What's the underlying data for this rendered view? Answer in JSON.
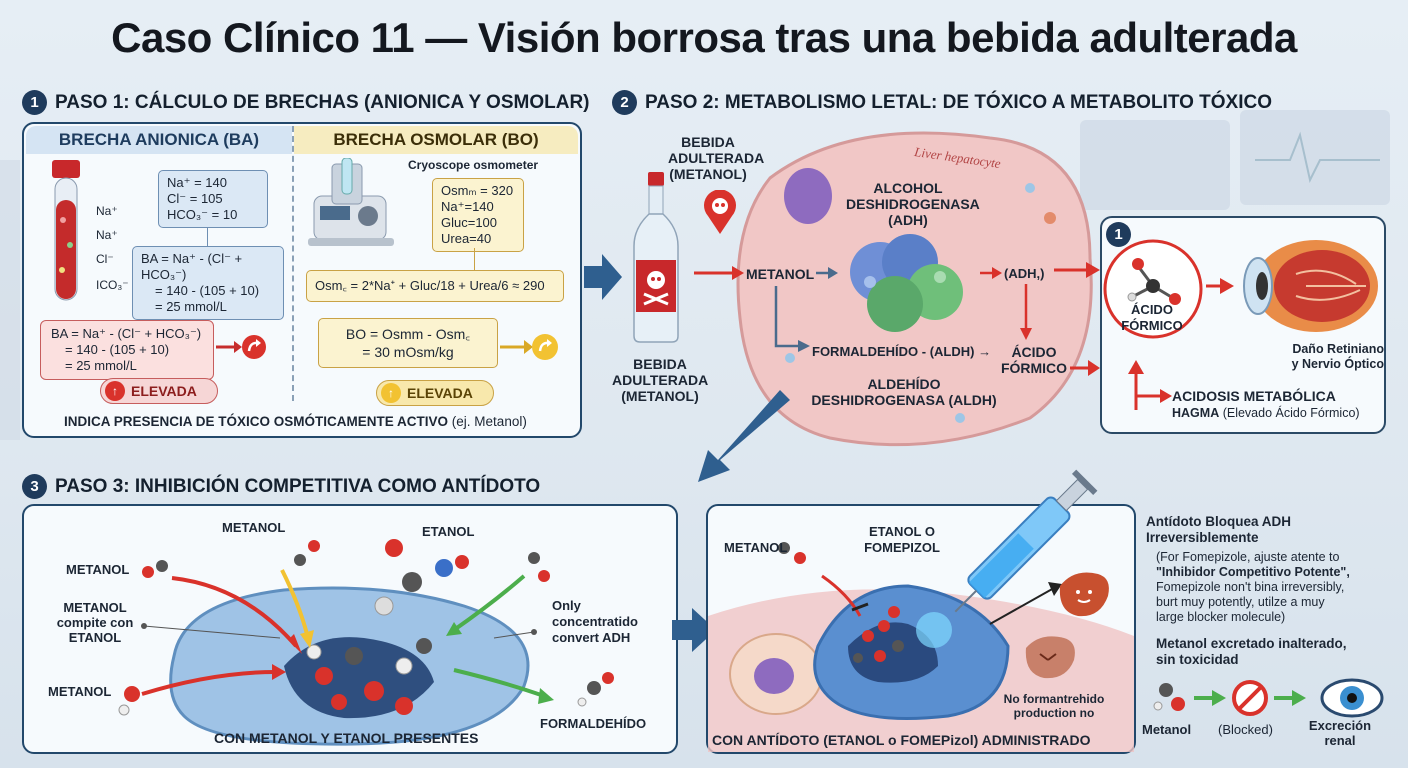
{
  "title": "Caso Clínico 11 — Visión borrosa tras una bebida adulterada",
  "step1": {
    "num": "1",
    "heading": "PASO 1: CÁLCULO DE BRECHAS (ANIONICA Y OSMOLAR)",
    "ba": {
      "title": "BRECHA ANIONICA (BA)",
      "tube_ions": [
        "Na⁺",
        "Na⁺",
        "Cl⁻",
        "ICO₃⁻"
      ],
      "values": [
        "Na⁺ = 140",
        "Cl⁻ = 105",
        "HCO₃⁻ = 10"
      ],
      "calc": [
        "BA = Na⁺ - (Cl⁻ + HCO₃⁻)",
        "= 140 - (105 + 10)",
        "= 25 mmol/L"
      ],
      "result": [
        "BA = Na⁺ - (Cl⁻ + HCO₃⁻)",
        "= 140 - (105 + 10)",
        "= 25 mmol/L"
      ],
      "badge": "ELEVADA"
    },
    "bo": {
      "title": "BRECHA OSMOLAR (BO)",
      "device": "Cryoscope osmometer",
      "values": [
        "Osmₘ = 320",
        "Na⁺=140",
        "Gluc=100",
        "Urea=40"
      ],
      "calc": "Osm꜀ = 2*Na⁺ + Gluc/18 + Urea/6 ≈ 290",
      "result": [
        "BO = Osmm - Osm꜀",
        "= 30 mOsm/kg"
      ],
      "badge": "ELEVADA"
    },
    "footer_bold": "INDICA PRESENCIA DE TÓXICO OSMÓTICAMENTE ACTIVO",
    "footer_normal": "(ej. Metanol)"
  },
  "step2": {
    "num": "2",
    "heading": "PASO 2: METABOLISMO LETAL: DE TÓXICO A METABOLITO TÓXICO",
    "bottle_top": [
      "BEBIDA",
      "ADULTERADA",
      "(METANOL)"
    ],
    "bottle_bottom": [
      "BEBIDA",
      "ADULTERADA",
      "(METANOL)"
    ],
    "cell_label": "Liver hepatocyte",
    "adh": [
      "ALCOHOL",
      "DESHIDROGENASA",
      "(ADH)"
    ],
    "metanol": "METANOL",
    "adh_small": "(ADH,)",
    "pathway": "FORMALDEHÍDO - (ALDH) →",
    "acido_cell": [
      "ÁCIDO",
      "FÓRMICO"
    ],
    "aldh": [
      "ALDEHÍDO",
      "DESHIDROGENASA (ALDH)"
    ],
    "inset_num": "1",
    "acido_inset": [
      "ÁCIDO",
      "FÓRMICO"
    ],
    "retina": [
      "Daño Retiniano",
      "y Nervio Óptico"
    ],
    "acidosis_bold": "ACIDOSIS METABÓLICA",
    "acidosis_sub_bold": "HAGMA",
    "acidosis_sub": "(Elevado Ácido Fórmico)"
  },
  "step3": {
    "num": "3",
    "heading": "PASO 3: INHIBICIÓN COMPETITIVA COMO ANTÍDOTO",
    "left": {
      "metanol_top": "METANOL",
      "etanol": "ETANOL",
      "metanol_left": "METANOL",
      "compite": [
        "METANOL",
        "compite con",
        "ETANOL"
      ],
      "metanol_bottom": "METANOL",
      "only": [
        "Only",
        "concentratido",
        "convert ADH"
      ],
      "formaldehido": "FORMALDEHÍDO",
      "caption": "CON METANOL Y ETANOL PRESENTES"
    },
    "right": {
      "metanol": "METANOL",
      "etanol": [
        "ETANOL O",
        "FOMEPIZOL"
      ],
      "antidote_title": [
        "Antídoto Bloquea ADH",
        "Irreversiblemente"
      ],
      "antidote_note1": "(For Fomepizole, ajuste atente to",
      "antidote_note_bold": "\"Inhibidor Competitivo Potente\",",
      "antidote_note2": "Fomepizole non't bina irreversibly,",
      "antidote_note3": "burt muy potently, utilze a muy",
      "antidote_note4": "large blocker molecule)",
      "excreted": [
        "Metanol excretado inalterado,",
        "sin toxicidad"
      ],
      "no_form": [
        "No formantrehido",
        "production no"
      ],
      "flow_metanol": "Metanol",
      "flow_blocked": "(Blocked)",
      "flow_excrecion": [
        "Excreción",
        "renal"
      ],
      "caption": "CON ANTÍDOTO (ETANOL o FOMEPizol) ADMINISTRADO"
    }
  },
  "colors": {
    "navy": "#1f3b5c",
    "red": "#d9322b",
    "yellow": "#f2c232",
    "green": "#4cae4c",
    "blue": "#2f5f8f"
  },
  "icons": [
    "blood-tube-icon",
    "osmometer-icon",
    "bottle-icon",
    "skull-icon",
    "enzyme-icon",
    "molecule-icon",
    "eye-icon",
    "syringe-icon",
    "liver-icon",
    "blocked-icon",
    "cell-icon"
  ]
}
